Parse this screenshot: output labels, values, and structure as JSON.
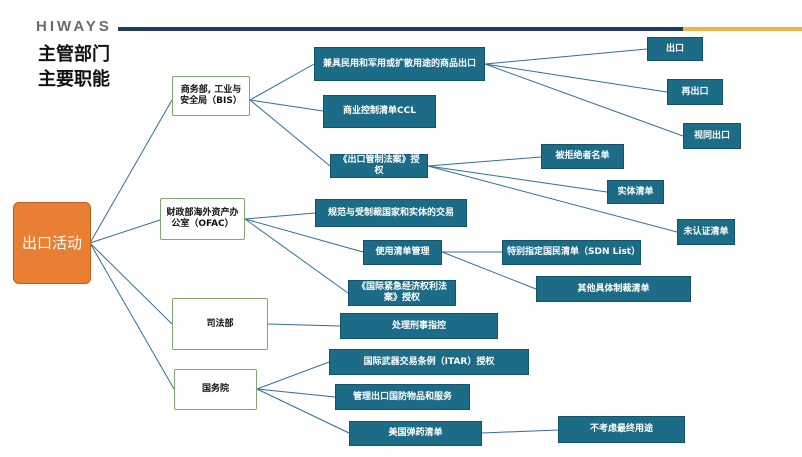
{
  "header": {
    "logo": "HIWAYS",
    "title_line1": "主管部门",
    "title_line2": "主要职能",
    "colors": {
      "navy": "#1f3a5f",
      "gold": "#e8b84a"
    }
  },
  "diagram": {
    "root": "出口活动",
    "agencies": {
      "bis": "商务部, 工业与安全局（BIS）",
      "ofac": "财政部海外资产办公室（OFAC）",
      "doj": "司法部",
      "state": "国务院"
    },
    "functions": {
      "dual_use": "兼具民用和军用或扩散用途的商品出口",
      "ccl": "商业控制清单CCL",
      "ear": "《出口管制法案》授权",
      "sanctions": "规范与受制裁国家和实体的交易",
      "list_mgmt": "使用清单管理",
      "ieepa": "《国际紧急经济权利法案》授权",
      "criminal": "处理刑事指控",
      "itar": "国际武器交易条例（ITAR）授权",
      "defense": "管理出口国防物品和服务",
      "munitions": "美国弹药清单"
    },
    "details": {
      "export": "出口",
      "reexport": "再出口",
      "deemed": "视同出口",
      "denied": "被拒绝者名单",
      "entity": "实体清单",
      "unverified": "未认证清单",
      "sdn": "特别指定国民清单（SDN List）",
      "other_sanctions": "其他具体制裁清单",
      "end_use": "不考虑最终用途"
    },
    "colors": {
      "root": "#e97f33",
      "agency_border": "#7fa86a",
      "function": "#1c6b87",
      "line": "#2f6f9f"
    }
  }
}
